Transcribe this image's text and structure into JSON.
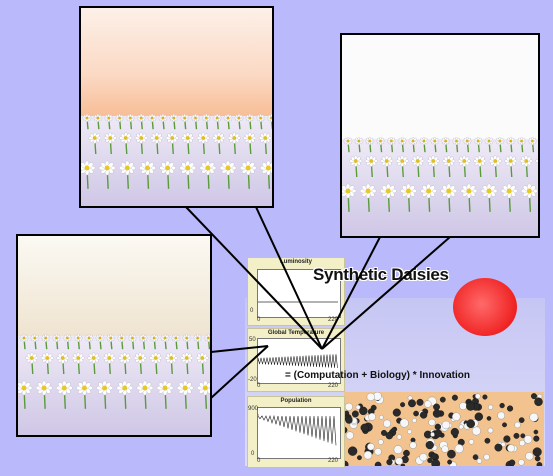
{
  "title": "Synthetic Daisies",
  "formula": "= (Computation + Biology) * Innovation",
  "plots": {
    "luminosity": {
      "title": "Luminosity",
      "y_top": "",
      "y_bottom": "0",
      "x_start": "0",
      "x_end": "220"
    },
    "temperature": {
      "title": "Global Temperature",
      "y_top": "50",
      "y_bottom": "-20",
      "x_start": "0",
      "x_end": "220"
    },
    "population": {
      "title": "Population",
      "y_top": "900",
      "y_bottom": "0",
      "x_start": "0",
      "x_end": "220"
    }
  },
  "colors": {
    "background": "#b9b9fb",
    "sun": "#f02323",
    "ground": "#f2c28f",
    "plot_bg": "#f3f0c7"
  }
}
